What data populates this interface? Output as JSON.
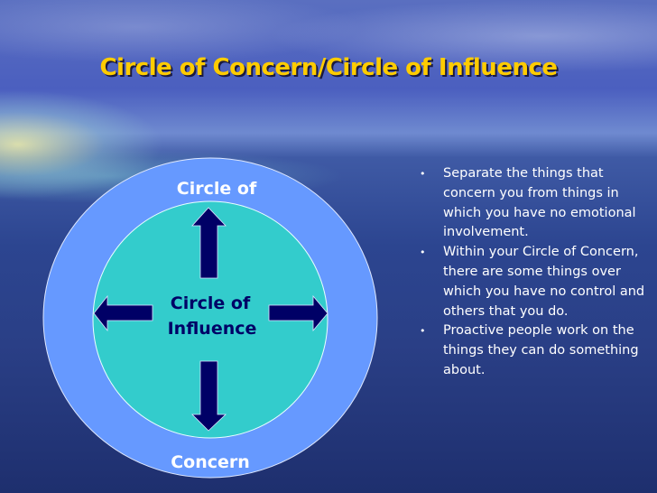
{
  "slide": {
    "title": "Circle of Concern/Circle of Influence",
    "diagram": {
      "outer_label_top": "Circle of",
      "outer_label_bottom": "Concern",
      "inner_label_line1": "Circle of",
      "inner_label_line2": "Influence",
      "colors": {
        "outer": "#6699ff",
        "inner": "#33cccc",
        "arrows": "#000066",
        "inner_text": "#000066",
        "outer_text": "#ffffff"
      }
    },
    "bullets": [
      "Separate the things that concern you from things in which you have no emotional involvement.",
      "Within your Circle of Concern, there are some things over which you have no control and others that you do.",
      "Proactive people work on the things they can do something about."
    ],
    "bullet_symbol": "•"
  }
}
